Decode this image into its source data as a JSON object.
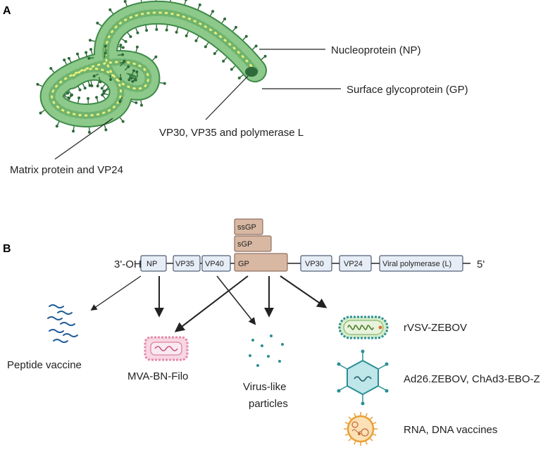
{
  "panels": {
    "a": "A",
    "b": "B"
  },
  "virion_labels": {
    "np": "Nucleoprotein (NP)",
    "gp": "Surface glycoprotein (GP)",
    "vp30": "VP30, VP35 and polymerase L",
    "matrix": "Matrix protein and VP24"
  },
  "genome": {
    "three_prime": "3'-OH-",
    "five_prime": "5'",
    "genes": [
      "NP",
      "VP35",
      "VP40",
      "GP",
      "VP30",
      "VP24",
      "Viral polymerase (L)"
    ],
    "gp_variants": [
      "ssGP",
      "sGP"
    ]
  },
  "vaccines": {
    "peptide": "Peptide vaccine",
    "mva": "MVA-BN-Filo",
    "vlp_line1": "Virus-like",
    "vlp_line2": "particles",
    "rvsv": "rVSV-ZEBOV",
    "ad26": "Ad26.ZEBOV, ChAd3-EBO-Z",
    "rna": "RNA, DNA vaccines"
  },
  "colors": {
    "virion_fill": "#8cc98a",
    "virion_stroke": "#3f8a48",
    "spike": "#2f6b3a",
    "gp_box": "#d9b8a3",
    "gene_box": "#e6edf6",
    "teal": "#2a8f95",
    "mva_pink": "#e58aa9",
    "rna_orange": "#e8a038"
  },
  "icons": [
    "virion-icon",
    "peptide-icon",
    "mva-icon",
    "vlp-icon",
    "rvsv-icon",
    "adenovirus-icon",
    "rna-vaccine-icon"
  ]
}
